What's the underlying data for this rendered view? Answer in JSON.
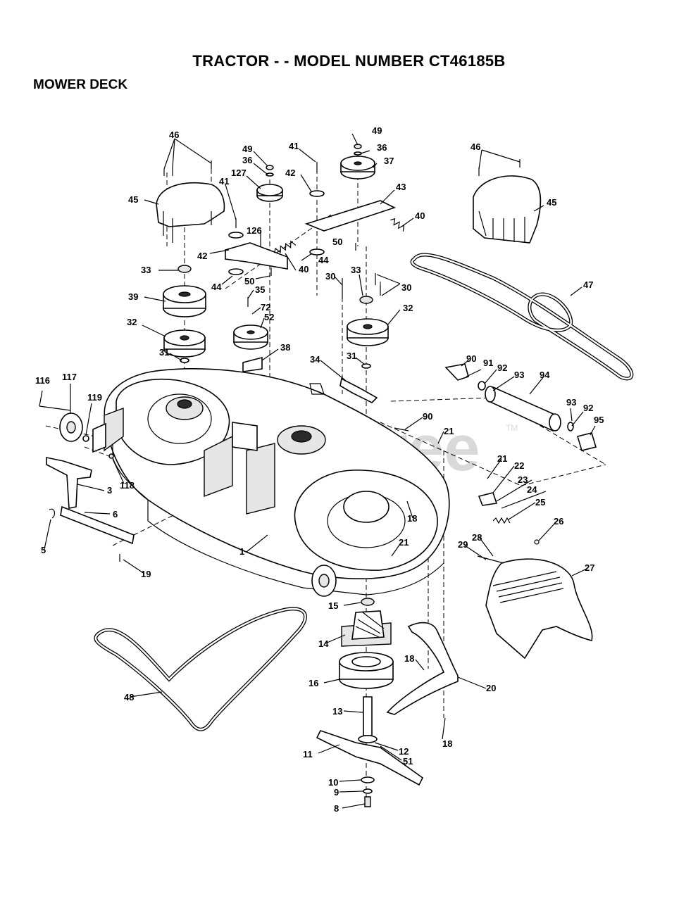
{
  "header": {
    "title": "TRACTOR - - MODEL NUMBER CT46185B",
    "section": "MOWER DECK"
  },
  "watermark": {
    "text": "PartsTree",
    "trademark": "TM"
  },
  "callouts": [
    {
      "id": "c46a",
      "label": "46"
    },
    {
      "id": "c45a",
      "label": "45"
    },
    {
      "id": "c41a",
      "label": "41"
    },
    {
      "id": "c49a",
      "label": "49"
    },
    {
      "id": "c36a",
      "label": "36"
    },
    {
      "id": "c127",
      "label": "127"
    },
    {
      "id": "c41b",
      "label": "41"
    },
    {
      "id": "c42a",
      "label": "42"
    },
    {
      "id": "c49b",
      "label": "49"
    },
    {
      "id": "c36b",
      "label": "36"
    },
    {
      "id": "c37",
      "label": "37"
    },
    {
      "id": "c43",
      "label": "43"
    },
    {
      "id": "c46b",
      "label": "46"
    },
    {
      "id": "c45b",
      "label": "45"
    },
    {
      "id": "c40a",
      "label": "40"
    },
    {
      "id": "c50a",
      "label": "50"
    },
    {
      "id": "c126",
      "label": "126"
    },
    {
      "id": "c42b",
      "label": "42"
    },
    {
      "id": "c44a",
      "label": "44"
    },
    {
      "id": "c33a",
      "label": "33"
    },
    {
      "id": "c44b",
      "label": "44"
    },
    {
      "id": "c50b",
      "label": "50"
    },
    {
      "id": "c40b",
      "label": "40"
    },
    {
      "id": "c35",
      "label": "35"
    },
    {
      "id": "c33b",
      "label": "33"
    },
    {
      "id": "c30a",
      "label": "30"
    },
    {
      "id": "c30b",
      "label": "30"
    },
    {
      "id": "c39",
      "label": "39"
    },
    {
      "id": "c72",
      "label": "72"
    },
    {
      "id": "c52",
      "label": "52"
    },
    {
      "id": "c47",
      "label": "47"
    },
    {
      "id": "c32a",
      "label": "32"
    },
    {
      "id": "c32b",
      "label": "32"
    },
    {
      "id": "c31a",
      "label": "31"
    },
    {
      "id": "c38",
      "label": "38"
    },
    {
      "id": "c34",
      "label": "34"
    },
    {
      "id": "c31b",
      "label": "31"
    },
    {
      "id": "c90a",
      "label": "90"
    },
    {
      "id": "c91",
      "label": "91"
    },
    {
      "id": "c92a",
      "label": "92"
    },
    {
      "id": "c93a",
      "label": "93"
    },
    {
      "id": "c94",
      "label": "94"
    },
    {
      "id": "c116",
      "label": "116"
    },
    {
      "id": "c117",
      "label": "117"
    },
    {
      "id": "c119",
      "label": "119"
    },
    {
      "id": "c93b",
      "label": "93"
    },
    {
      "id": "c92b",
      "label": "92"
    },
    {
      "id": "c95",
      "label": "95"
    },
    {
      "id": "c90b",
      "label": "90"
    },
    {
      "id": "c21a",
      "label": "21"
    },
    {
      "id": "c21b",
      "label": "21"
    },
    {
      "id": "c22",
      "label": "22"
    },
    {
      "id": "c23",
      "label": "23"
    },
    {
      "id": "c118",
      "label": "118"
    },
    {
      "id": "c3",
      "label": "3"
    },
    {
      "id": "c24",
      "label": "24"
    },
    {
      "id": "c25",
      "label": "25"
    },
    {
      "id": "c6",
      "label": "6"
    },
    {
      "id": "c18a",
      "label": "18"
    },
    {
      "id": "c26",
      "label": "26"
    },
    {
      "id": "c5",
      "label": "5"
    },
    {
      "id": "c1",
      "label": "1"
    },
    {
      "id": "c21c",
      "label": "21"
    },
    {
      "id": "c28",
      "label": "28"
    },
    {
      "id": "c29",
      "label": "29"
    },
    {
      "id": "c27",
      "label": "27"
    },
    {
      "id": "c19",
      "label": "19"
    },
    {
      "id": "c15",
      "label": "15"
    },
    {
      "id": "c14",
      "label": "14"
    },
    {
      "id": "c18b",
      "label": "18"
    },
    {
      "id": "c16",
      "label": "16"
    },
    {
      "id": "c20",
      "label": "20"
    },
    {
      "id": "c48",
      "label": "48"
    },
    {
      "id": "c13",
      "label": "13"
    },
    {
      "id": "c18c",
      "label": "18"
    },
    {
      "id": "c12",
      "label": "12"
    },
    {
      "id": "c11",
      "label": "11"
    },
    {
      "id": "c51",
      "label": "51"
    },
    {
      "id": "c10",
      "label": "10"
    },
    {
      "id": "c9",
      "label": "9"
    },
    {
      "id": "c8",
      "label": "8"
    }
  ]
}
